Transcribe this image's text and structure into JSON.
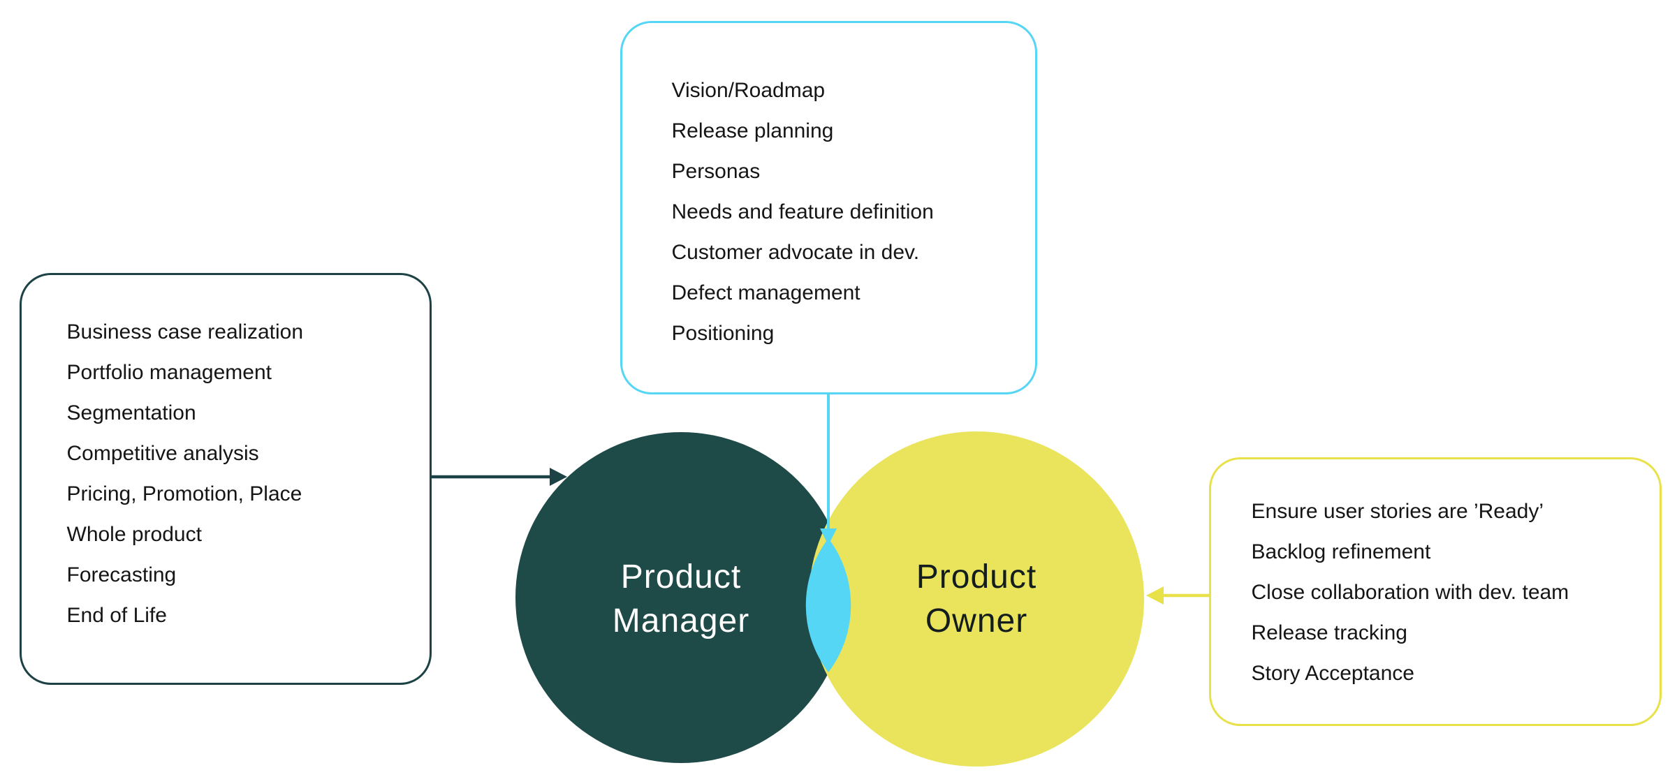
{
  "product_manager": {
    "circle_label": [
      "Product",
      "Manager"
    ],
    "tasks": [
      "Business case realization",
      "Portfolio management",
      "Segmentation",
      "Competitive analysis",
      "Pricing, Promotion, Place",
      "Whole product",
      "Forecasting",
      "End of Life"
    ]
  },
  "shared": {
    "tasks": [
      "Vision/Roadmap",
      "Release planning",
      "Personas",
      "Needs and feature definition",
      "Customer advocate in dev.",
      "Defect management",
      "Positioning"
    ]
  },
  "product_owner": {
    "circle_label": [
      "Product",
      "Owner"
    ],
    "tasks": [
      "Ensure user stories are ’Ready’",
      "Backlog refinement",
      "Close collaboration with dev. team",
      "Release tracking",
      "Story Acceptance"
    ]
  },
  "colors": {
    "teal_circle": "#1e4a47",
    "teal_border": "#1c4245",
    "yellow_circle": "#e9e45c",
    "yellow_border": "#e8e14a",
    "cyan": "#55d6f5",
    "body_text": "#151515",
    "pm_label_text": "#ffffff",
    "po_label_text": "#141d1d"
  }
}
